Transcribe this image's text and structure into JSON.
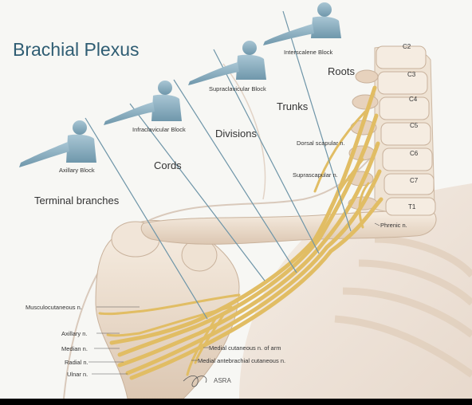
{
  "title": "Brachial Plexus",
  "blocks": [
    "Interscalene Block",
    "Supraclavicular Block",
    "Infraclavicular Block",
    "Axillary Block"
  ],
  "regions": [
    "Roots",
    "Trunks",
    "Divisions",
    "Cords",
    "Terminal branches"
  ],
  "vertebrae": [
    "C2",
    "C3",
    "C4",
    "C5",
    "C6",
    "C7",
    "T1"
  ],
  "nerves_right": [
    "Dorsal scapular n.",
    "Suprascapular n.",
    "Phrenic n."
  ],
  "nerves_left": [
    "Musculocutaneous n.",
    "Axillary n.",
    "Median n.",
    "Radial n.",
    "Ulnar n."
  ],
  "nerves_bottom": [
    "Medial cutaneous n. of arm",
    "Medial antebrachial cutaneous n."
  ],
  "signature": "ASRA",
  "colors": {
    "title": "#2f5d73",
    "nerve": "#e3c06a",
    "bone": "#f2e6d6",
    "figure": "#8fb2c4"
  }
}
